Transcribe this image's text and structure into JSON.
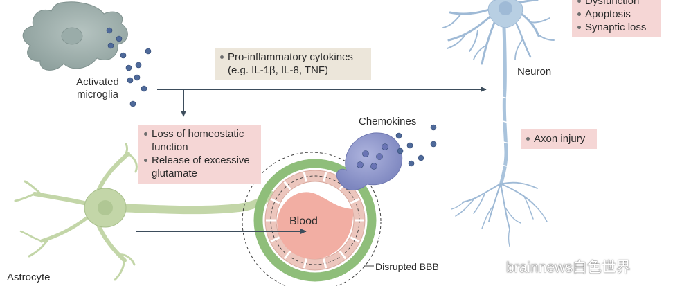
{
  "diagram": {
    "cells": {
      "microglia": "Activated\nmicroglia",
      "neuron": "Neuron",
      "astrocyte": "Astrocyte",
      "chemokines": "Chemokines",
      "blood": "Blood",
      "disrupted_bbb": "Disrupted BBB"
    },
    "boxes": {
      "cytokines": {
        "line1": "Pro-inflammatory cytokines",
        "line2": "(e.g. IL-1β, IL-8, TNF)"
      },
      "astrocyte_effects": {
        "item1_line1": "Loss of homeostatic",
        "item1_line2": "function",
        "item2_line1": "Release of excessive",
        "item2_line2": "glutamate"
      },
      "neuron_effects": {
        "item1": "Dysfunction",
        "item2": "Apoptosis",
        "item3": "Synaptic loss"
      },
      "axon": {
        "item1": "Axon injury"
      }
    },
    "colors": {
      "microglia": "#9fb0ad",
      "astrocyte": "#c3d6a8",
      "neuron": "#b8cfe3",
      "vessel_wall": "#e0a8a0",
      "blood": "#f2aea3",
      "immune_cell": "#8f97c9",
      "cytokine_dot": "#4f6a9a",
      "arrow": "#3d4d5c",
      "tan_box": "#ece6da",
      "pink_box": "#f5d6d5"
    }
  },
  "watermark": {
    "text": "brainnews白色世界",
    "icon": "wechat-icon"
  }
}
